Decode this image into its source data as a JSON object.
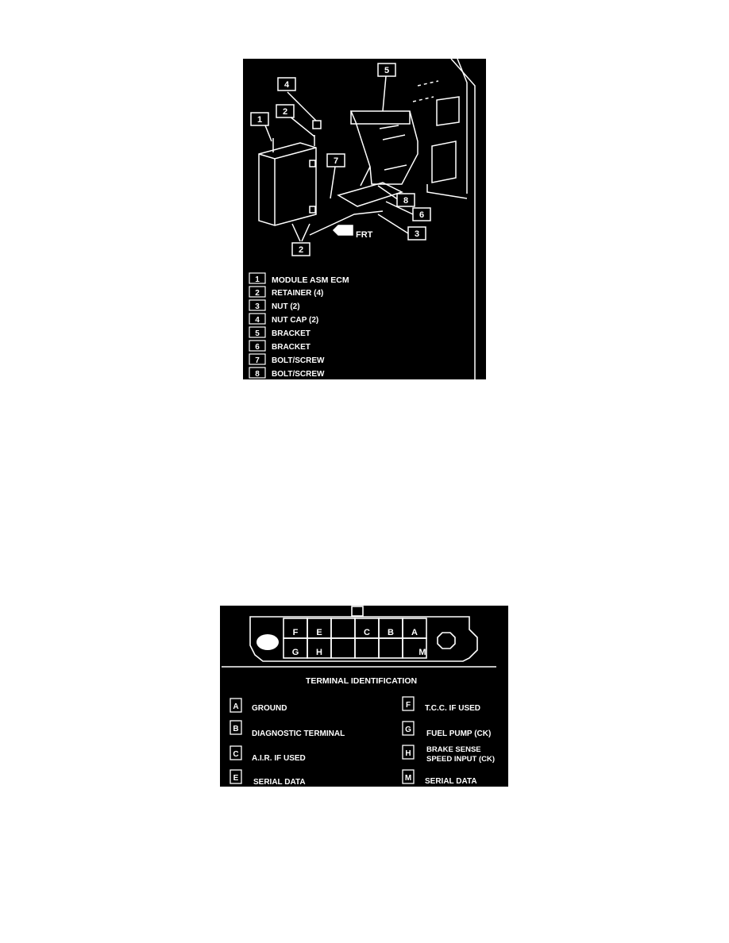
{
  "figure1": {
    "frt_label": "FRT",
    "callouts": [
      "4",
      "5",
      "2",
      "1",
      "7",
      "8",
      "6",
      "3",
      "2"
    ],
    "legend": [
      {
        "num": "1",
        "label": "MODULE ASM ECM"
      },
      {
        "num": "2",
        "label": "RETAINER (4)"
      },
      {
        "num": "3",
        "label": "NUT (2)"
      },
      {
        "num": "4",
        "label": "NUT CAP (2)"
      },
      {
        "num": "5",
        "label": "BRACKET"
      },
      {
        "num": "6",
        "label": "BRACKET"
      },
      {
        "num": "7",
        "label": "BOLT/SCREW"
      },
      {
        "num": "8",
        "label": "BOLT/SCREW"
      }
    ]
  },
  "figure2": {
    "connector_top_row": [
      "F",
      "E",
      "",
      "C",
      "B",
      "A"
    ],
    "connector_bottom_row": [
      "G",
      "H",
      "",
      "",
      "",
      "M"
    ],
    "title": "TERMINAL IDENTIFICATION",
    "terminals_left": [
      {
        "letter": "A",
        "label": "GROUND"
      },
      {
        "letter": "B",
        "label": "DIAGNOSTIC TERMINAL"
      },
      {
        "letter": "C",
        "label": "A.I.R. IF USED"
      },
      {
        "letter": "E",
        "label": "SERIAL  DATA"
      }
    ],
    "terminals_right": [
      {
        "letter": "F",
        "label": "T.C.C. IF USED"
      },
      {
        "letter": "G",
        "label": "FUEL PUMP  (CK)"
      },
      {
        "letter": "H",
        "label_line1": "BRAKE SENSE",
        "label_line2": "SPEED INPUT  (CK)"
      },
      {
        "letter": "M",
        "label": "SERIAL DATA"
      }
    ]
  }
}
